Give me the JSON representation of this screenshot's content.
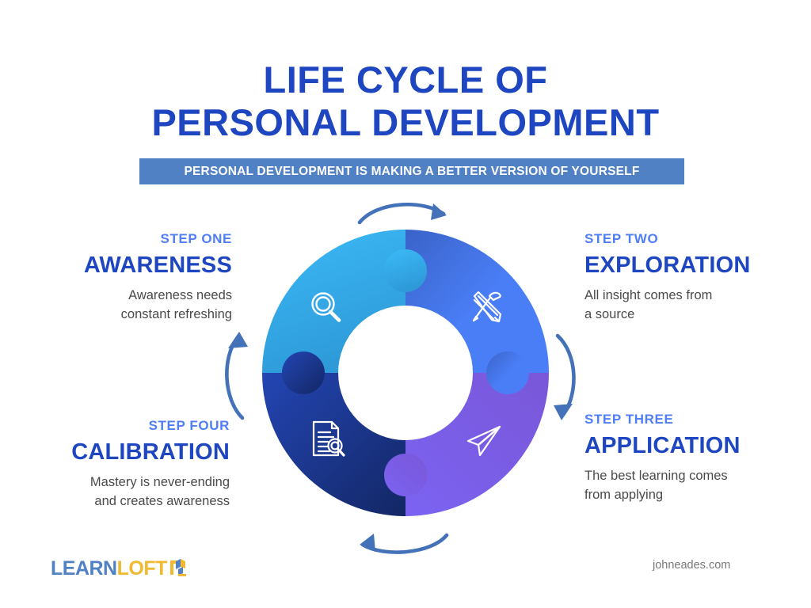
{
  "header": {
    "title_line1": "LIFE CYCLE OF",
    "title_line2": "PERSONAL DEVELOPMENT",
    "subtitle": "PERSONAL DEVELOPMENT IS MAKING A BETTER VERSION OF YOURSELF",
    "title_color": "#1e46c0",
    "subtitle_bar_color": "#5081c4"
  },
  "steps": [
    {
      "label": "STEP ONE",
      "title": "AWARENESS",
      "description": "Awareness needs constant refreshing",
      "desc_line1": "Awareness needs",
      "desc_line2": "constant refreshing",
      "icon": "magnifier-icon",
      "color": "#35b4f5",
      "color_end": "#2f9fdf",
      "position": "top-left"
    },
    {
      "label": "STEP TWO",
      "title": "EXPLORATION",
      "description": "All insight comes from a source",
      "desc_line1": "All insight comes from",
      "desc_line2": "a source",
      "icon": "pencil-brush-icon",
      "color": "#3a63c8",
      "color_end": "#4a7ef7",
      "position": "top-right"
    },
    {
      "label": "STEP THREE",
      "title": "APPLICATION",
      "description": "The best learning comes from applying",
      "desc_line1": "The best learning comes",
      "desc_line2": "from applying",
      "icon": "paper-plane-icon",
      "color": "#7a5de0",
      "color_end": "#7b63f2",
      "position": "bottom-right"
    },
    {
      "label": "STEP FOUR",
      "title": "CALIBRATION",
      "description": "Mastery is never-ending and creates awareness",
      "desc_line1": "Mastery is never-ending",
      "desc_line2": "and creates awareness",
      "icon": "document-search-icon",
      "color": "#1f3fa8",
      "color_end": "#142a70",
      "position": "bottom-left"
    }
  ],
  "arrows": {
    "top": "arrow-clockwise-top",
    "right": "arrow-clockwise-right",
    "bottom": "arrow-clockwise-bottom",
    "left": "arrow-clockwise-left",
    "color": "#4472b8"
  },
  "footer": {
    "logo_part1": "LEARN",
    "logo_part2": "LOFT",
    "logo_color1": "#5081c4",
    "logo_color2": "#f2b930",
    "website": "johneades.com"
  },
  "step_label_color": "#4f7ef5",
  "body_text_color": "#4a4a4a"
}
